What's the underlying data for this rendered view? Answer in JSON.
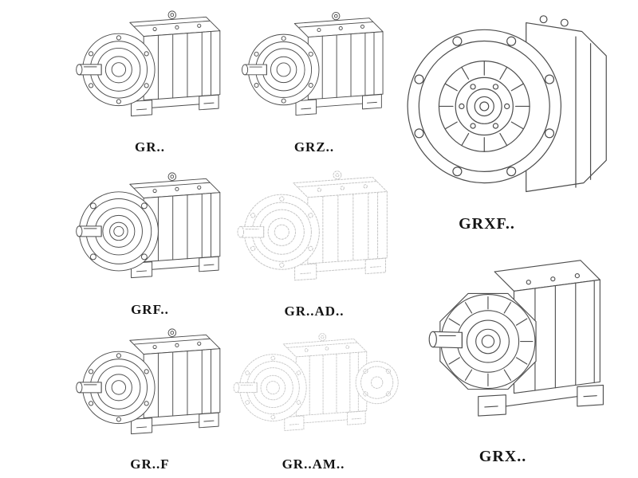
{
  "page": {
    "background": "#ffffff",
    "line_color": "#4d4d4d",
    "ghost_line_color": "#c6c6c6",
    "label_color": "#141414"
  },
  "items": [
    {
      "id": "gr",
      "label": "GR..",
      "drawing": "helical-gear-reducer-foot-mounted-iso",
      "ghost": false
    },
    {
      "id": "grz",
      "label": "GRZ..",
      "drawing": "helical-gear-reducer-foot-mounted-iso",
      "ghost": false
    },
    {
      "id": "grxf",
      "label": "GRXF..",
      "drawing": "helical-gear-reducer-flange-front-view",
      "ghost": false
    },
    {
      "id": "grf",
      "label": "GRF..",
      "drawing": "helical-gear-reducer-flange-mounted-iso",
      "ghost": false
    },
    {
      "id": "grad",
      "label": "GR..AD..",
      "drawing": "helical-gear-reducer-input-adapter-iso",
      "ghost": true
    },
    {
      "id": "grff",
      "label": "GR..F",
      "drawing": "helical-gear-reducer-foot-mounted-iso",
      "ghost": false
    },
    {
      "id": "gram",
      "label": "GR..AM..",
      "drawing": "helical-gear-reducer-motor-flange-iso",
      "ghost": true
    },
    {
      "id": "grx",
      "label": "GRX..",
      "drawing": "helical-gear-reducer-large-frame-iso",
      "ghost": false
    }
  ]
}
